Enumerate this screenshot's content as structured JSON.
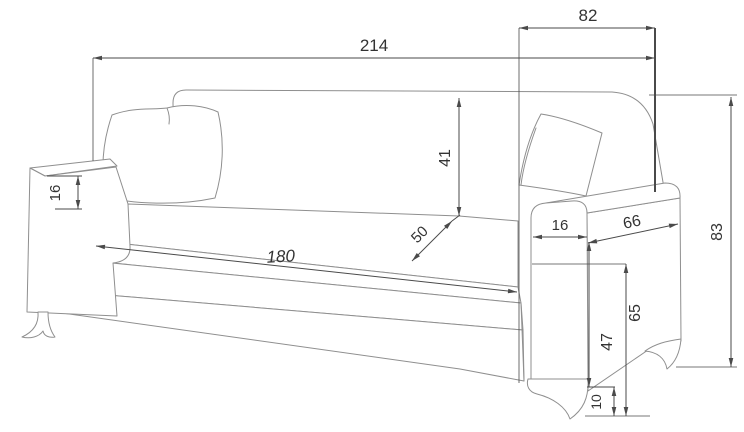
{
  "drawing": {
    "subject": "sofa-dimension-drawing",
    "colors": {
      "outline": "#8f8f8f",
      "dimension_lines": "#4a4a4a",
      "text": "#333333",
      "background": "#ffffff"
    },
    "dimensions": {
      "overall_width": "214",
      "total_depth": "82",
      "backrest_above_seat": "41",
      "left_armrest": "16",
      "seat_depth": "50",
      "seat_width": "180",
      "right_armrest": "16",
      "armrest_length": "66",
      "overall_height": "83",
      "armrest_height": "65",
      "seat_front_height": "47",
      "leg_height": "10"
    }
  }
}
